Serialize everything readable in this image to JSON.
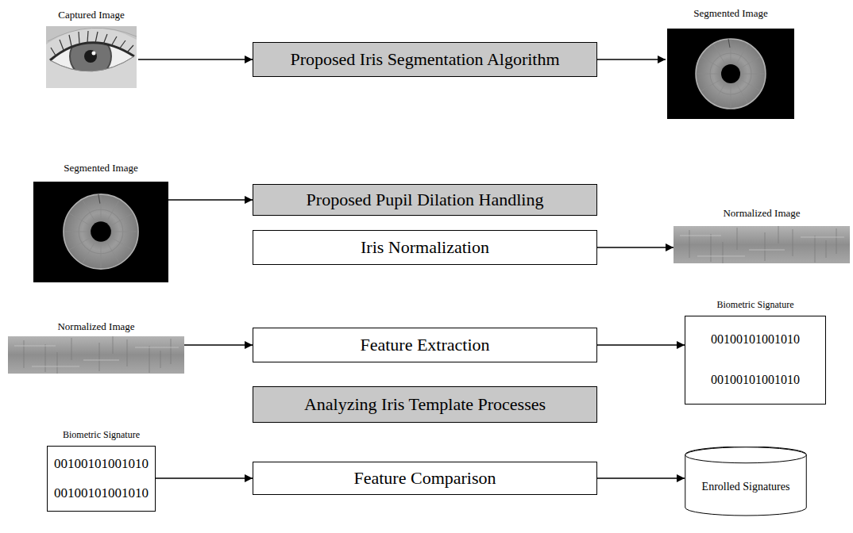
{
  "diagram": {
    "nodes": [
      {
        "text": [
          "Captured Image"
        ]
      },
      {
        "text": [
          "Proposed Iris Segmentation Algorithm"
        ]
      },
      {
        "text": [
          "Segmented Image"
        ]
      },
      {
        "text": [
          "Segmented Image"
        ]
      },
      {
        "text": [
          "Proposed Pupil Dilation Handling"
        ]
      },
      {
        "text": [
          "Iris Normalization"
        ]
      },
      {
        "text": [
          "Normalized Image"
        ]
      },
      {
        "text": [
          "Normalized Image"
        ]
      },
      {
        "text": [
          "Feature Extraction"
        ]
      },
      {
        "text": [
          "Analyzing Iris Template Processes"
        ]
      },
      {
        "text": [
          "Biometric Signature",
          "00100101001010",
          "00100101001010"
        ]
      },
      {
        "text": [
          "Biometric Signature",
          "00100101001010",
          "00100101001010"
        ]
      },
      {
        "text": [
          "Feature Comparison"
        ]
      },
      {
        "text": [
          "Enrolled Signatures"
        ]
      }
    ],
    "edges": [
      {
        "from": 0,
        "to": 1,
        "arrow": "to"
      },
      {
        "from": 1,
        "to": 2,
        "arrow": "to"
      },
      {
        "from": 3,
        "to": 4,
        "arrow": "to"
      },
      {
        "from": 5,
        "to": 6,
        "arrow": "to"
      },
      {
        "from": 7,
        "to": 8,
        "arrow": "to"
      },
      {
        "from": 8,
        "to": 10,
        "arrow": "to"
      },
      {
        "from": 11,
        "to": 12,
        "arrow": "to"
      },
      {
        "from": 12,
        "to": 13,
        "arrow": "to"
      }
    ]
  }
}
